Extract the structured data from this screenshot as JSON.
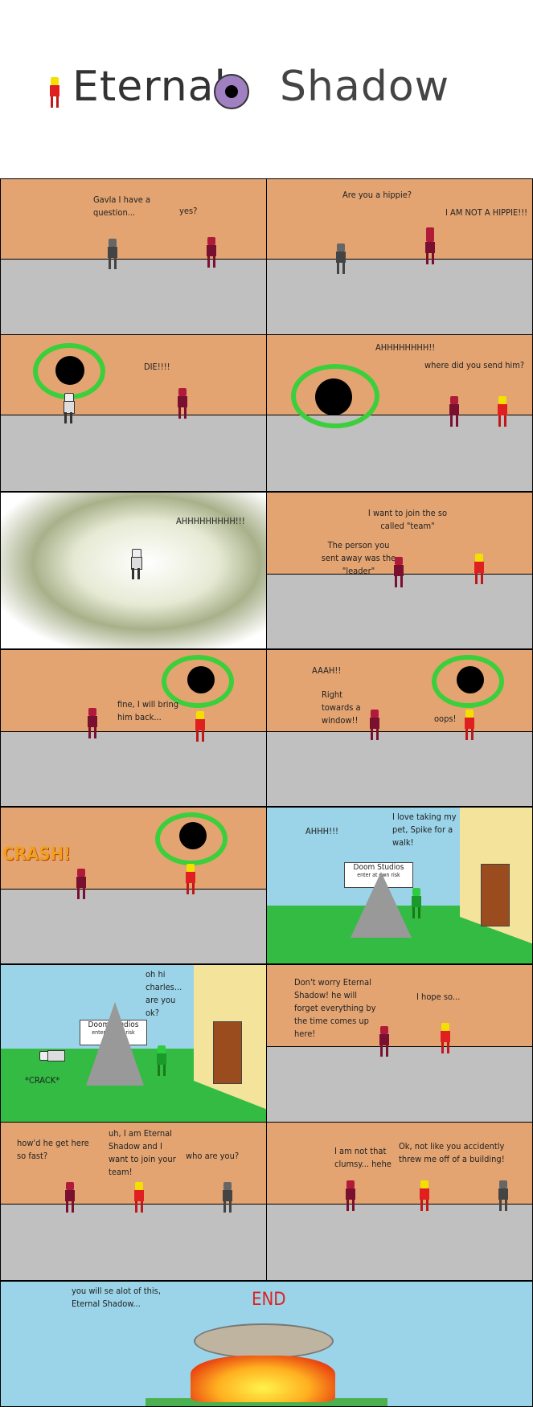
{
  "title": {
    "left": "Eternal",
    "right": "Shadow"
  },
  "panels": {
    "p1": {
      "a": "Gavla I have a question...",
      "b": "yes?"
    },
    "p2": {
      "a": "Are you a hippie?",
      "b": "I AM NOT A HIPPIE!!!"
    },
    "p3": {
      "a": "DIE!!!!"
    },
    "p4": {
      "a": "AHHHHHHHH!!",
      "b": "where did you send him?"
    },
    "p5": {
      "a": "AHHHHHHHHH!!!"
    },
    "p6": {
      "a": "I want to join the so called \"team\"",
      "b": "The person you sent away was the \"leader\""
    },
    "p7": {
      "a": "fine, I will bring him back..."
    },
    "p8": {
      "a": "AAAH!!",
      "b": "Right towards a window!!",
      "c": "oops!"
    },
    "p9": {
      "a": "CRASH!"
    },
    "p10": {
      "a": "AHHH!!!",
      "b": "I love taking my pet, Spike for a walk!",
      "sign": "Doom Studios",
      "sign_small": "enter at own risk"
    },
    "p11": {
      "a": "oh hi charles... are you ok?",
      "b": "*CRACK*",
      "sign": "Doom Studios",
      "sign_small": "enter at own risk"
    },
    "p12": {
      "a": "Don't worry Eternal Shadow! he will forget everything by the time comes up here!",
      "b": "I hope so..."
    },
    "p13": {
      "a": "how'd he get here so fast?",
      "b": "uh, I am Eternal Shadow and I want to join your team!",
      "c": "who are you?"
    },
    "p14": {
      "a": "I am not that clumsy... hehe",
      "b": "Ok, not like you accidently threw me off of a building!"
    },
    "p15": {
      "a": "you will se alot of this, Eternal Shadow...",
      "b": "END"
    }
  }
}
